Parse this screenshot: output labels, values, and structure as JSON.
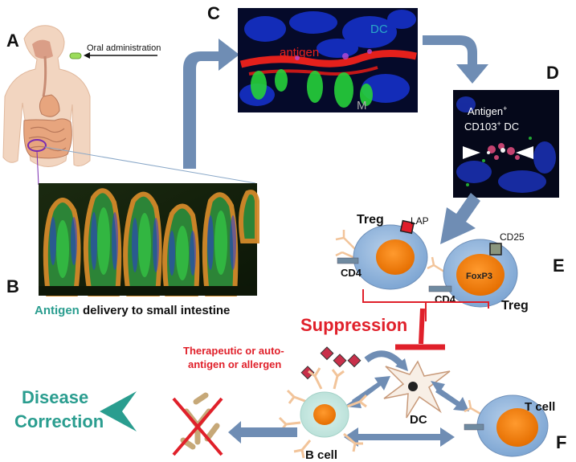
{
  "panels": {
    "a": "A",
    "b": "B",
    "c": "C",
    "d": "D",
    "e": "E",
    "f": "F"
  },
  "panel_a": {
    "oral_label": "Oral administration"
  },
  "panel_b": {
    "caption_highlight": "Antigen",
    "caption_rest": " delivery to small intestine"
  },
  "panel_c": {
    "dc_label": "DC",
    "antigen_label": "antigen",
    "m_label": "M"
  },
  "panel_d": {
    "label_line1": "Antigen",
    "label_sup": "+",
    "label_line2_pre": "CD103",
    "label_line2_sup": "+",
    "label_line2_post": " DC"
  },
  "panel_e": {
    "treg1_label": "Treg",
    "lap_label": "LAP",
    "cd4_1_label": "CD4",
    "cd25_label": "CD25",
    "foxp3_label": "FoxP3",
    "cd4_2_label": "CD4",
    "treg2_label": "Treg"
  },
  "suppression_label": "Suppression",
  "panel_f": {
    "antigen_line1": "Therapeutic or auto-",
    "antigen_line2": "antigen or allergen",
    "disease_line1": "Disease",
    "disease_line2": "Correction",
    "dc_label": "DC",
    "tcell_label": "T cell",
    "bcell_label": "B cell"
  },
  "colors": {
    "arrow": "#6f8db4",
    "suppression": "#e0202a",
    "teal": "#2a9d8f",
    "cell_body": "#8fb4dc",
    "nucleus": "#f07d10",
    "receptor": "#f2c49a"
  }
}
